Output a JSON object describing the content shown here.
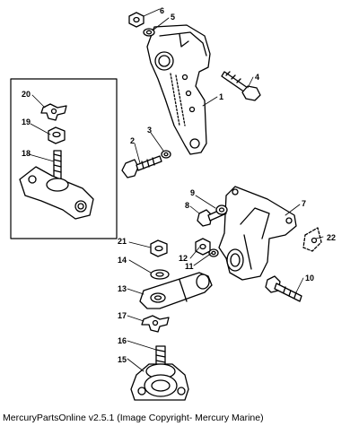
{
  "parts": [
    {
      "id": "p1",
      "number": "1"
    },
    {
      "id": "p2",
      "number": "2"
    },
    {
      "id": "p3",
      "number": "3"
    },
    {
      "id": "p4",
      "number": "4"
    },
    {
      "id": "p5",
      "number": "5"
    },
    {
      "id": "p6",
      "number": "6"
    },
    {
      "id": "p7",
      "number": "7"
    },
    {
      "id": "p8",
      "number": "8"
    },
    {
      "id": "p9",
      "number": "9"
    },
    {
      "id": "p10",
      "number": "10"
    },
    {
      "id": "p11",
      "number": "11"
    },
    {
      "id": "p12",
      "number": "12"
    },
    {
      "id": "p13",
      "number": "13"
    },
    {
      "id": "p14",
      "number": "14"
    },
    {
      "id": "p15",
      "number": "15"
    },
    {
      "id": "p16",
      "number": "16"
    },
    {
      "id": "p17",
      "number": "17"
    },
    {
      "id": "p18",
      "number": "18"
    },
    {
      "id": "p19",
      "number": "19"
    },
    {
      "id": "p20",
      "number": "20"
    },
    {
      "id": "p21",
      "number": "21"
    },
    {
      "id": "p22",
      "number": "22"
    }
  ],
  "caption": "MercuryPartsOnline v2.5.1 (Image Copyright- Mercury Marine)"
}
